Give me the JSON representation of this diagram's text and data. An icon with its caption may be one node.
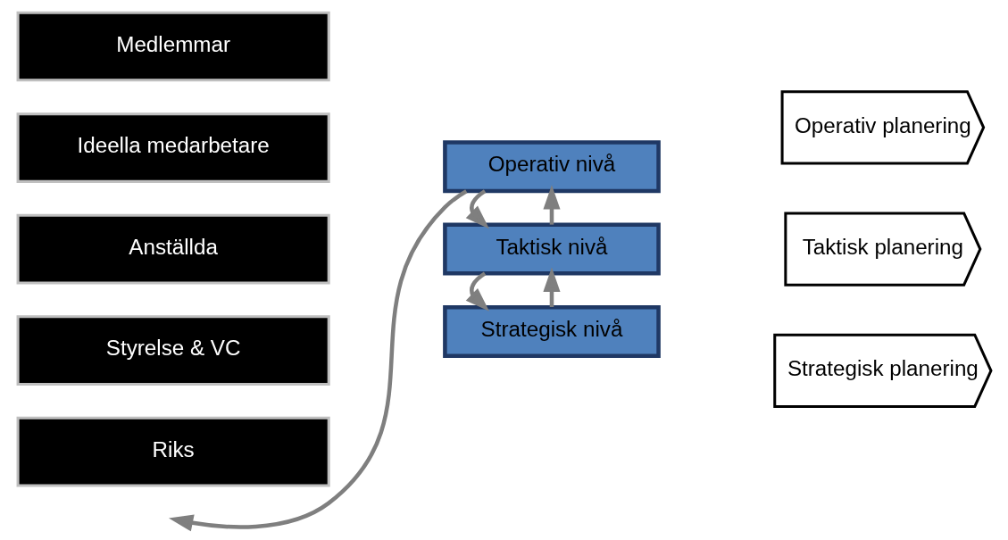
{
  "diagram": {
    "nodes": [
      {
        "text": [
          "Medlemmar"
        ]
      },
      {
        "text": [
          "Ideella medarbetare"
        ]
      },
      {
        "text": [
          "Anställda"
        ]
      },
      {
        "text": [
          "Styrelse & VC"
        ]
      },
      {
        "text": [
          "Riks"
        ]
      },
      {
        "text": [
          "Operativ nivå"
        ]
      },
      {
        "text": [
          "Taktisk nivå"
        ]
      },
      {
        "text": [
          "Strategisk nivå"
        ]
      },
      {
        "text": [
          "Operativ planering"
        ]
      },
      {
        "text": [
          "Taktisk planering"
        ]
      },
      {
        "text": [
          "Strategisk planering"
        ]
      }
    ],
    "edges": [
      {
        "from": 7,
        "to": 6,
        "arrow": "to"
      },
      {
        "from": 6,
        "to": 5,
        "arrow": "to"
      },
      {
        "from": 5,
        "to": null,
        "arrow": "to"
      },
      {
        "from": 5,
        "to": 6,
        "arrow": "to"
      },
      {
        "from": 6,
        "to": 7,
        "arrow": "to"
      }
    ]
  }
}
